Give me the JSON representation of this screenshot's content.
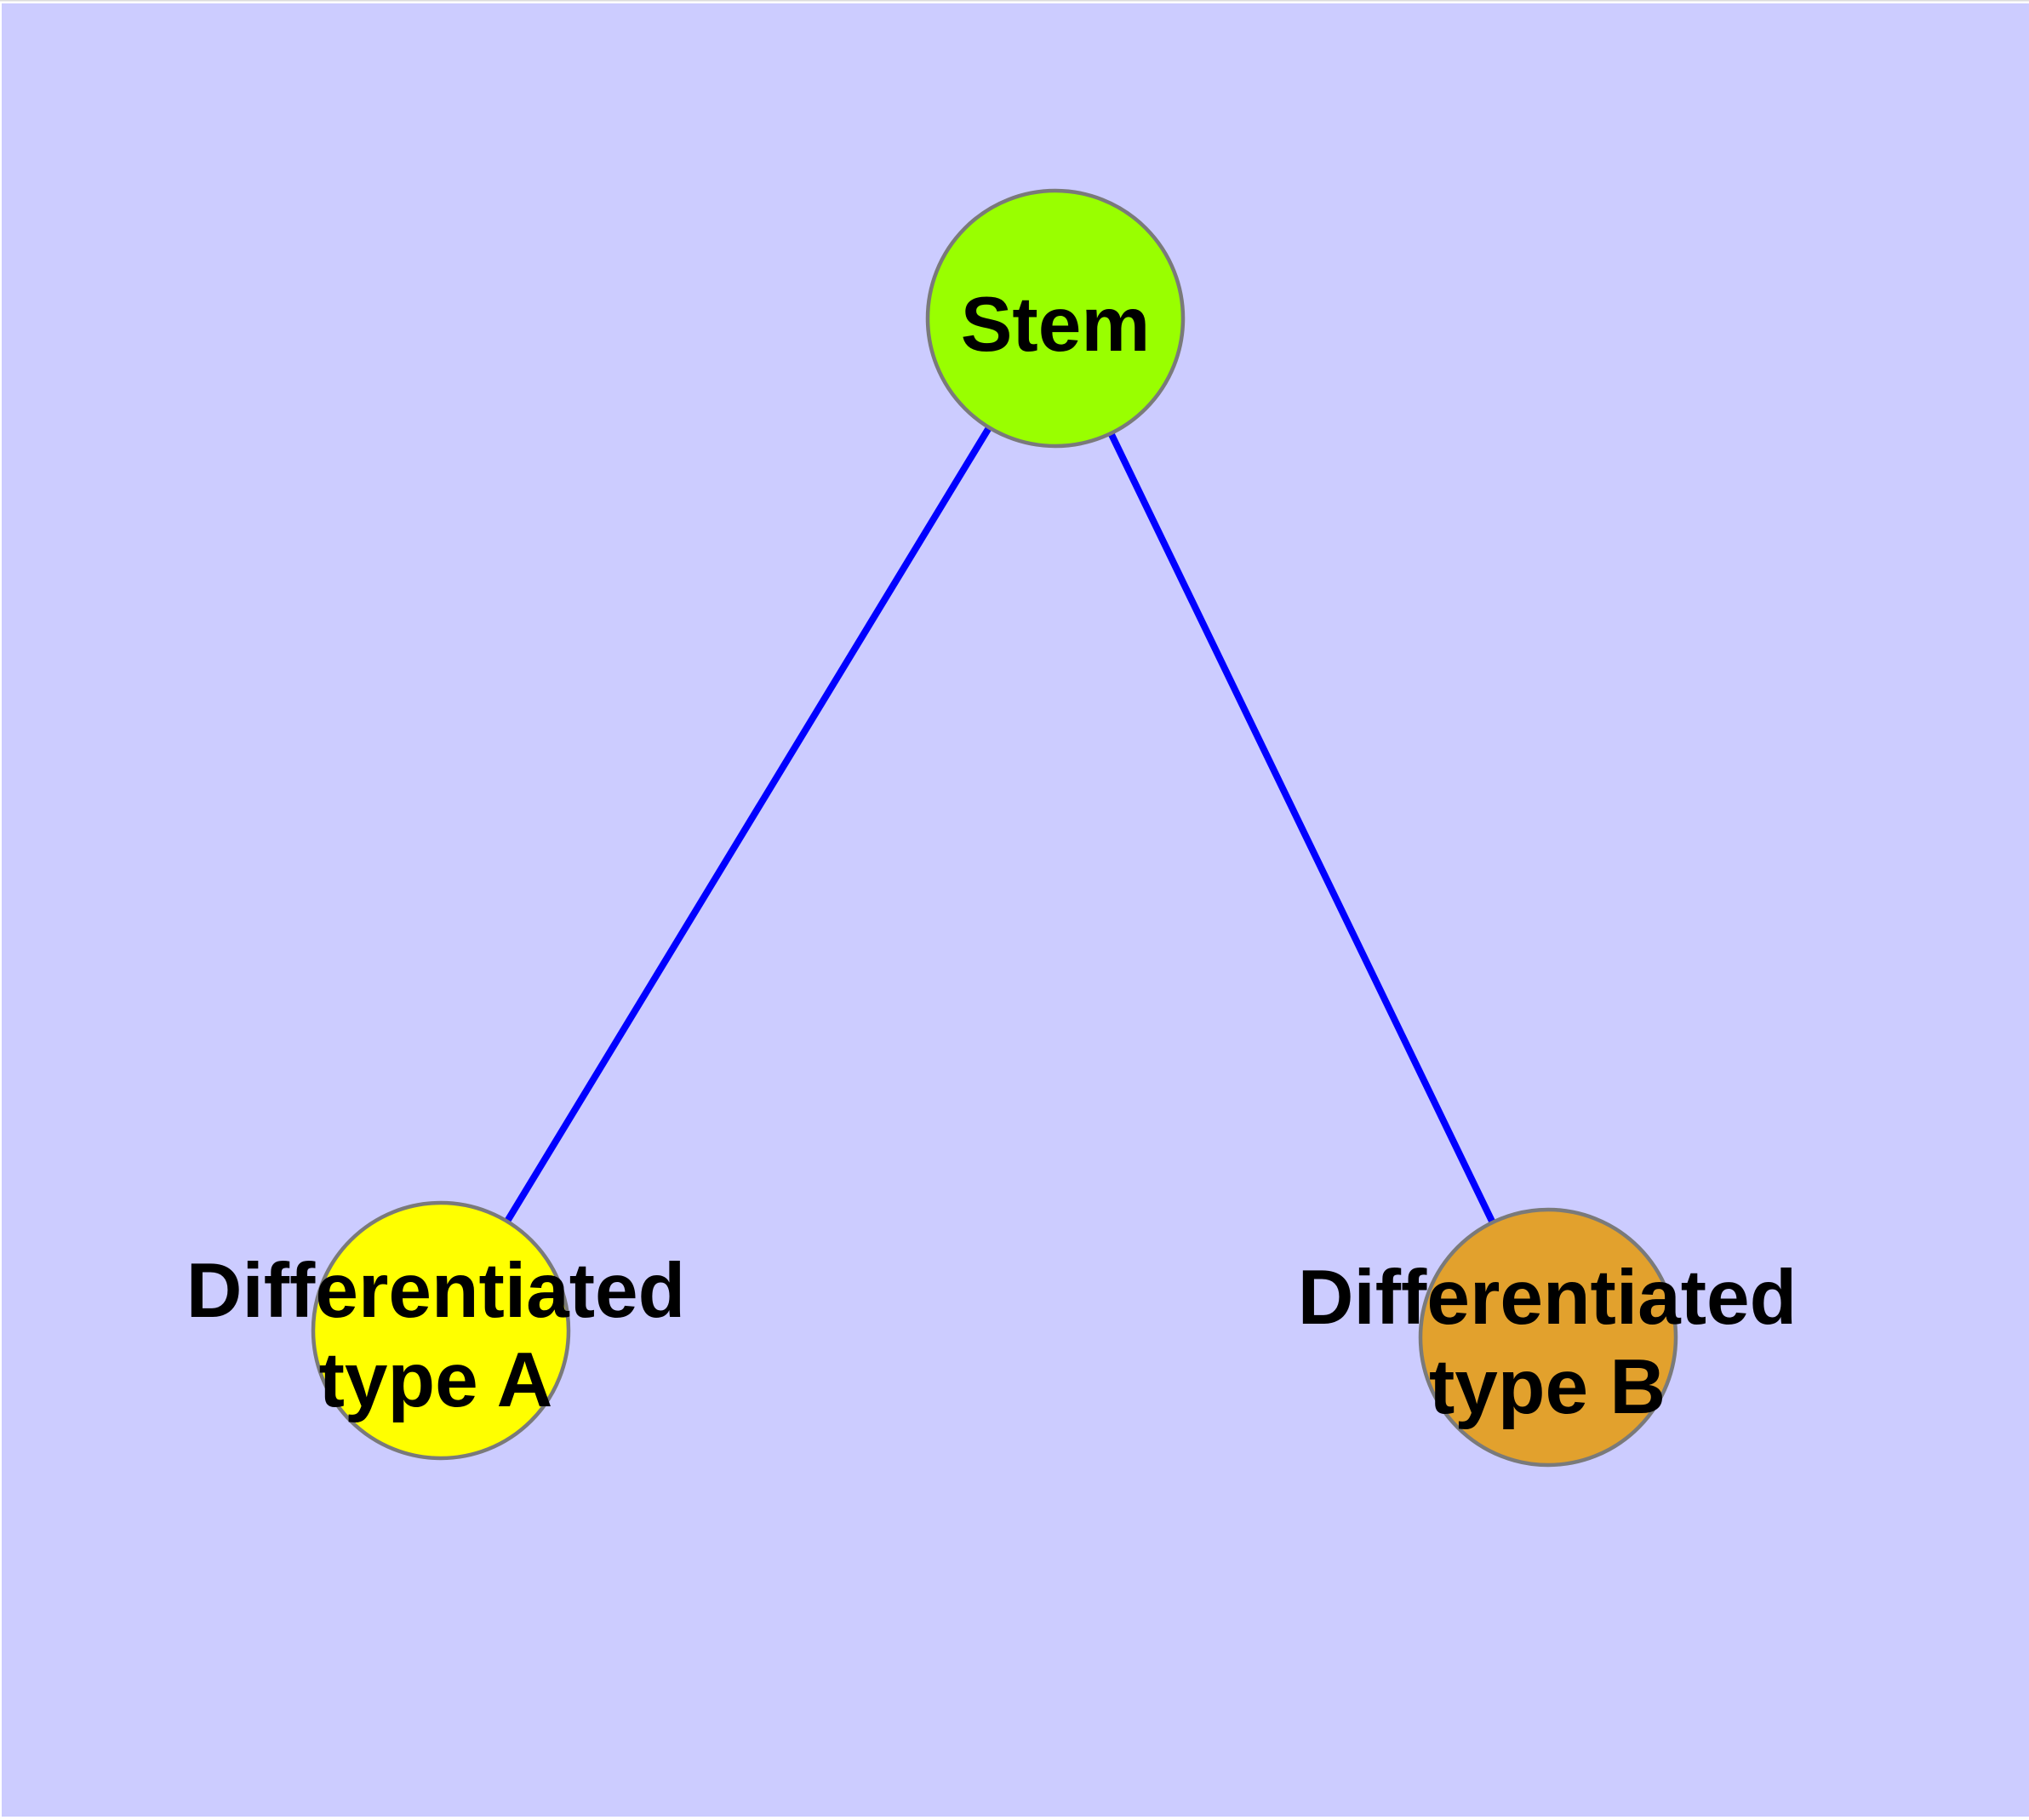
{
  "page": {
    "background": "#FFFFFF",
    "top_hairline_color": "#DCDCDC"
  },
  "canvas": {
    "background": "#CCCCFF"
  },
  "graph": {
    "edge_color": "#0000FF",
    "node_border_color": "#7A7A7A",
    "label_color": "#000000",
    "nodes": [
      {
        "id": "stem",
        "label": "Stem",
        "fill": "#99FF00"
      },
      {
        "id": "differentiated-type-a",
        "label": "Differentiated type A",
        "line1": "Differentiated",
        "line2": "type A",
        "fill": "#FFFF00"
      },
      {
        "id": "differentiated-type-b",
        "label": "Differentiated type B",
        "line1": "Differentiated",
        "line2": "type B",
        "fill": "#E2A12D"
      }
    ],
    "edges": [
      {
        "from": "Stem",
        "to": "Differentiated type A"
      },
      {
        "from": "Stem",
        "to": "Differentiated type B"
      }
    ]
  }
}
